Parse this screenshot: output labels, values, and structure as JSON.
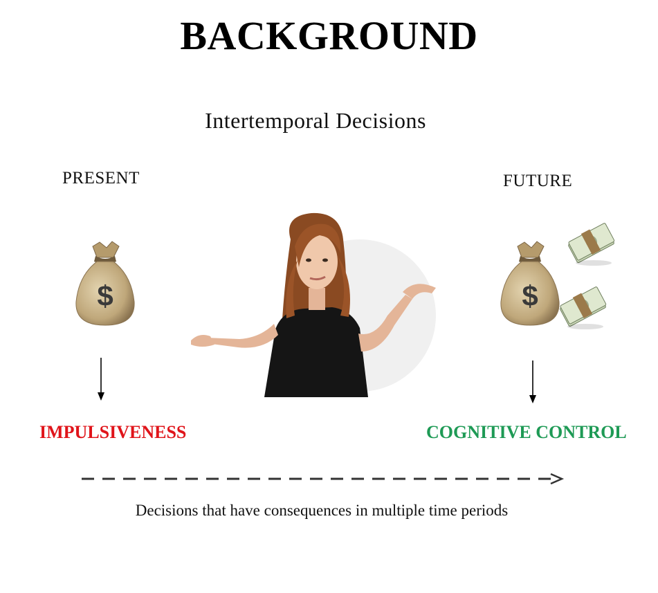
{
  "title": "BACKGROUND",
  "subtitle": "Intertemporal Decisions",
  "present": {
    "label": "PRESENT",
    "icon": "money-bag-icon",
    "outcome": "IMPULSIVENESS",
    "outcome_color": "#e0141a"
  },
  "future": {
    "label": "FUTURE",
    "icons": [
      "money-bag-icon",
      "cash-bundle-icon",
      "cash-bundle-icon"
    ],
    "outcome": "COGNITIVE CONTROL",
    "outcome_color": "#1e9a55"
  },
  "center_image": "shrugging-woman-illustration",
  "bag_symbol": "$",
  "timeline": {
    "style": "dashed-arrow",
    "caption": "Decisions that have consequences in multiple time periods"
  }
}
